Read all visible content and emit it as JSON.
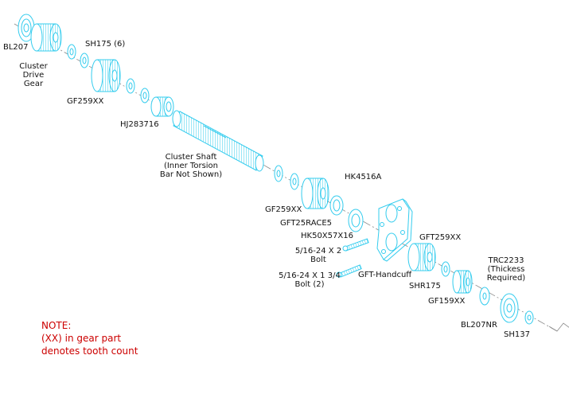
{
  "colors": {
    "part_stroke": "#33ccee",
    "part_fill": "#ffffff",
    "axis": "#888888",
    "label": "#111111",
    "note": "#cc0000"
  },
  "labels": {
    "bl207": "BL207",
    "cluster_drive_gear": [
      "Cluster",
      "Drive",
      "Gear"
    ],
    "sh175": "SH175 (6)",
    "gf259xx_top": "GF259XX",
    "hj283716": "HJ283716",
    "cluster_shaft": [
      "Cluster Shaft",
      "(Inner Torsion",
      "Bar Not Shown)"
    ],
    "hk4516a": "HK4516A",
    "gf259xx_mid": "GF259XX",
    "gft25race5": "GFT25RACE5",
    "hk50x57x16": "HK50X57X16",
    "bolt_short": [
      "5/16-24 X 2",
      "Bolt"
    ],
    "bolt_long": [
      "5/16-24 X 1 3/4",
      "Bolt (2)"
    ],
    "gft_handcuff": "GFT-Handcuff",
    "gft259xx": "GFT259XX",
    "shr175": "SHR175",
    "gf159xx": "GF159XX",
    "trc2233": [
      "TRC2233",
      "(Thickess",
      "Required)"
    ],
    "bl207nr": "BL207NR",
    "sh137": "SH137"
  },
  "note": {
    "title": "NOTE:",
    "line1": "(XX) in gear part",
    "line2": "denotes tooth count"
  }
}
